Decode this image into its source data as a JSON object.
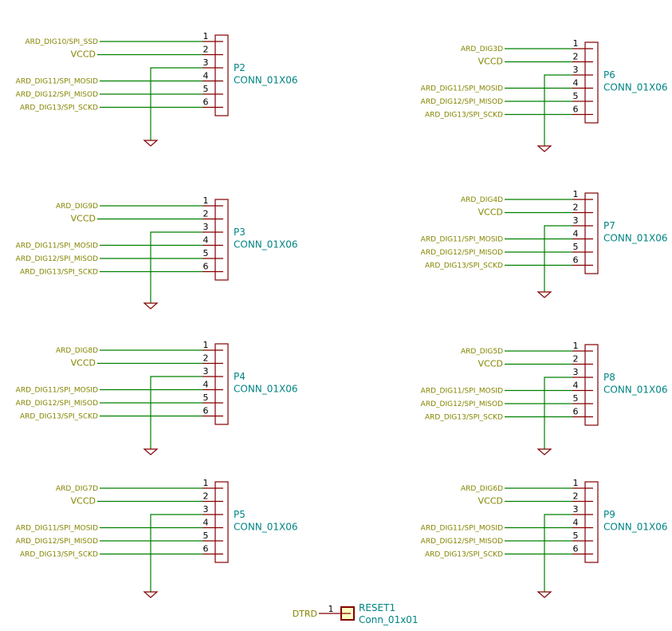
{
  "colors": {
    "wire": "#008000",
    "pin": "#840000",
    "label": "#848400",
    "ref": "#008484",
    "pinnum": "#000000",
    "body": "#840000",
    "connfill": "#ffffc2"
  },
  "connectors": [
    {
      "ref": "P2",
      "value": "CONN_01X06",
      "labels": [
        "ARD_DIG10/SPI_SSD",
        "VCCD",
        "",
        "ARD_DIG11/SPI_MOSID",
        "ARD_DIG12/SPI_MISOD",
        "ARD_DIG13/SPI_SCKD"
      ]
    },
    {
      "ref": "P3",
      "value": "CONN_01X06",
      "labels": [
        "ARD_DIG9D",
        "VCCD",
        "",
        "ARD_DIG11/SPI_MOSID",
        "ARD_DIG12/SPI_MISOD",
        "ARD_DIG13/SPI_SCKD"
      ]
    },
    {
      "ref": "P4",
      "value": "CONN_01X06",
      "labels": [
        "ARD_DIG8D",
        "VCCD",
        "",
        "ARD_DIG11/SPI_MOSID",
        "ARD_DIG12/SPI_MISOD",
        "ARD_DIG13/SPI_SCKD"
      ]
    },
    {
      "ref": "P5",
      "value": "CONN_01X06",
      "labels": [
        "ARD_DIG7D",
        "VCCD",
        "",
        "ARD_DIG11/SPI_MOSID",
        "ARD_DIG12/SPI_MISOD",
        "ARD_DIG13/SPI_SCKD"
      ]
    },
    {
      "ref": "P6",
      "value": "CONN_01X06",
      "labels": [
        "ARD_DIG3D",
        "VCCD",
        "",
        "ARD_DIG11/SPI_MOSID",
        "ARD_DIG12/SPI_MISOD",
        "ARD_DIG13/SPI_SCKD"
      ]
    },
    {
      "ref": "P7",
      "value": "CONN_01X06",
      "labels": [
        "ARD_DIG4D",
        "VCCD",
        "",
        "ARD_DIG11/SPI_MOSID",
        "ARD_DIG12/SPI_MISOD",
        "ARD_DIG13/SPI_SCKD"
      ]
    },
    {
      "ref": "P8",
      "value": "CONN_01X06",
      "labels": [
        "ARD_DIG5D",
        "VCCD",
        "",
        "ARD_DIG11/SPI_MOSID",
        "ARD_DIG12/SPI_MISOD",
        "ARD_DIG13/SPI_SCKD"
      ]
    },
    {
      "ref": "P9",
      "value": "CONN_01X06",
      "labels": [
        "ARD_DIG6D",
        "VCCD",
        "",
        "ARD_DIG11/SPI_MOSID",
        "ARD_DIG12/SPI_MISOD",
        "ARD_DIG13/SPI_SCKD"
      ]
    }
  ],
  "pin_numbers": [
    "1",
    "2",
    "3",
    "4",
    "5",
    "6"
  ],
  "reset": {
    "ref": "RESET1",
    "value": "Conn_01x01",
    "label": "DTRD",
    "pin": "1"
  }
}
